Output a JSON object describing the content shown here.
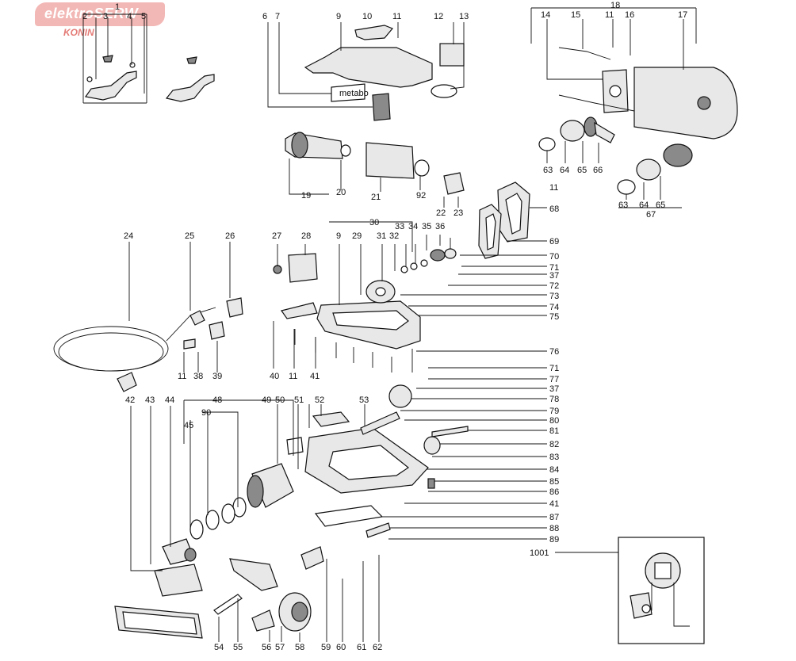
{
  "watermark": {
    "brand": "elektroSERW",
    "city": "KONIN"
  },
  "diagram": {
    "label_1": "1",
    "label_2": "2",
    "label_3": "3",
    "label_4": "4",
    "label_5": "5",
    "label_6": "6",
    "label_7": "7",
    "label_9": "9",
    "label_10": "10",
    "label_11": "11",
    "label_12": "12",
    "label_13": "13",
    "label_14": "14",
    "label_15": "15",
    "label_16": "16",
    "label_17": "17",
    "label_18": "18",
    "label_19": "19",
    "label_20": "20",
    "label_21": "21",
    "label_22": "22",
    "label_23": "23",
    "label_24": "24",
    "label_25": "25",
    "label_26": "26",
    "label_27": "27",
    "label_28": "28",
    "label_29": "29",
    "label_30": "30",
    "label_31": "31",
    "label_32": "32",
    "label_33": "33",
    "label_34": "34",
    "label_35": "35",
    "label_36": "36",
    "label_37": "37",
    "label_38": "38",
    "label_39": "39",
    "label_40": "40",
    "label_41": "41",
    "label_42": "42",
    "label_43": "43",
    "label_44": "44",
    "label_45": "45",
    "label_48": "48",
    "label_49": "49",
    "label_50": "50",
    "label_51": "51",
    "label_52": "52",
    "label_53": "53",
    "label_54": "54",
    "label_55": "55",
    "label_56": "56",
    "label_57": "57",
    "label_58": "58",
    "label_59": "59",
    "label_60": "60",
    "label_61": "61",
    "label_62": "62",
    "label_63": "63",
    "label_64": "64",
    "label_65": "65",
    "label_66": "66",
    "label_67": "67",
    "label_68": "68",
    "label_69": "69",
    "label_70": "70",
    "label_71": "71",
    "label_72": "72",
    "label_73": "73",
    "label_74": "74",
    "label_75": "75",
    "label_76": "76",
    "label_77": "77",
    "label_78": "78",
    "label_79": "79",
    "label_80": "80",
    "label_81": "81",
    "label_82": "82",
    "label_83": "83",
    "label_84": "84",
    "label_85": "85",
    "label_86": "86",
    "label_87": "87",
    "label_88": "88",
    "label_89": "89",
    "label_90": "90",
    "label_92": "92",
    "label_1001": "1001",
    "nameplate_text": "metabo"
  }
}
